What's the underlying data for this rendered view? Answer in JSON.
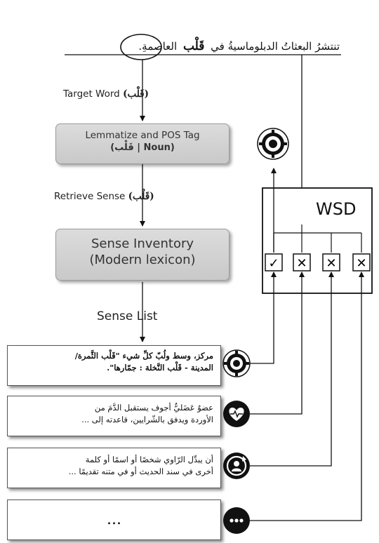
{
  "sentence": {
    "before": "تنتشرُ البعثاتُ الدبلوماسيةُ في",
    "target": "قَلْب",
    "after": "العاصمةِ."
  },
  "target_word": {
    "label": "Target Word",
    "arabic": "(قَلْب)"
  },
  "lemmatize": {
    "line1": "Lemmatize and POS Tag",
    "line2": "(قَلْب | Noun)"
  },
  "retrieve": {
    "label": "Retrieve Sense",
    "arabic": "(قَلْب)"
  },
  "inventory": {
    "line1": "Sense Inventory",
    "line2": "(Modern lexicon)"
  },
  "sense_list": {
    "label": "Sense List"
  },
  "wsd": {
    "label": "WSD",
    "marks": [
      "✓",
      "✕",
      "✕",
      "✕"
    ]
  },
  "senses": [
    {
      "line1": "مركز، وسط ولُبّ كلِّ شيء \"قَلْب الثَّمرة/",
      "line2": "المدينة - قَلْب النَّخلة : جمّارها\".",
      "icon": "target-icon"
    },
    {
      "line1": "عضوٌ عَضَليٌّ أجوف يستقبل الدَّمَ من",
      "line2": "الأوردة ويدفق بالشّرايين، قاعدته إلى ...",
      "icon": "heart-icon"
    },
    {
      "line1": "أن يبدِّل الرّاوي شخصًا أو اسمًا أو كلمة",
      "line2": "أخرى في سند الحديث أو في متنه تقديمًا ...",
      "icon": "person-swap-icon"
    },
    {
      "line1": "...",
      "line2": "",
      "icon": "more-icon"
    }
  ],
  "output_icon": "target-icon"
}
